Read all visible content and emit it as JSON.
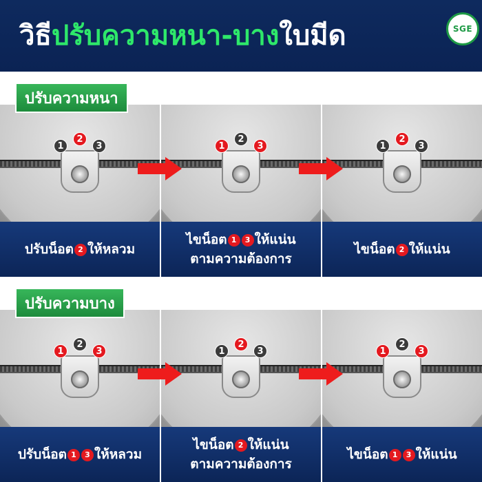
{
  "header": {
    "title_part1": "วิธี",
    "title_part2": "ปรับความหนา-บาง",
    "title_part3": "ใบมีด",
    "logo_text": "SGE"
  },
  "sections": [
    {
      "label": "ปรับความหนา",
      "panels": [
        {
          "badges": [
            "1",
            "2",
            "3"
          ],
          "highlight": [
            "2"
          ]
        },
        {
          "badges": [
            "1",
            "2",
            "3"
          ],
          "highlight": [
            "1",
            "3"
          ]
        },
        {
          "badges": [
            "1",
            "2",
            "3"
          ],
          "highlight": [
            "2"
          ]
        }
      ],
      "captions": [
        {
          "pre": "ปรับน็อต",
          "nums": [
            "2"
          ],
          "post": "ให้หลวม",
          "line2": ""
        },
        {
          "pre": "ไขน็อต",
          "nums": [
            "1",
            "3"
          ],
          "post": "ให้แน่น",
          "line2": "ตามความต้องการ"
        },
        {
          "pre": "ไขน็อต",
          "nums": [
            "2"
          ],
          "post": "ให้แน่น",
          "line2": ""
        }
      ]
    },
    {
      "label": "ปรับความบาง",
      "panels": [
        {
          "badges": [
            "1",
            "2",
            "3"
          ],
          "highlight": [
            "1",
            "3"
          ]
        },
        {
          "badges": [
            "1",
            "2",
            "3"
          ],
          "highlight": [
            "2"
          ]
        },
        {
          "badges": [
            "1",
            "2",
            "3"
          ],
          "highlight": [
            "1",
            "3"
          ]
        }
      ],
      "captions": [
        {
          "pre": "ปรับน็อต",
          "nums": [
            "1",
            "3"
          ],
          "post": "ให้หลวม",
          "line2": ""
        },
        {
          "pre": "ไขน็อต",
          "nums": [
            "2"
          ],
          "post": "ให้แน่น",
          "line2": "ตามความต้องการ"
        },
        {
          "pre": "ไขน็อต",
          "nums": [
            "1",
            "3"
          ],
          "post": "ให้แน่น",
          "line2": ""
        }
      ]
    }
  ],
  "colors": {
    "header_bg": "#0e2a5e",
    "title_accent": "#2ee86a",
    "label_green": "#1d8b3c",
    "badge_red": "#e4191f",
    "badge_dark": "#3b3b3b",
    "arrow_red": "#ee1c1c",
    "caption_bg": "#0c2557"
  },
  "icons": [
    "logo-icon",
    "arrow-right-icon"
  ]
}
